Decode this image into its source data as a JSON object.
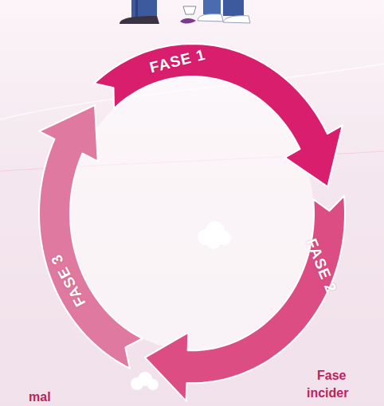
{
  "diagram": {
    "nodes": [
      {
        "text": [
          "FASE 1"
        ]
      },
      {
        "text": [
          "FASE 2"
        ]
      },
      {
        "text": [
          "FASE 3"
        ]
      }
    ],
    "labels": [
      "Fase",
      "incider",
      "mal"
    ]
  }
}
